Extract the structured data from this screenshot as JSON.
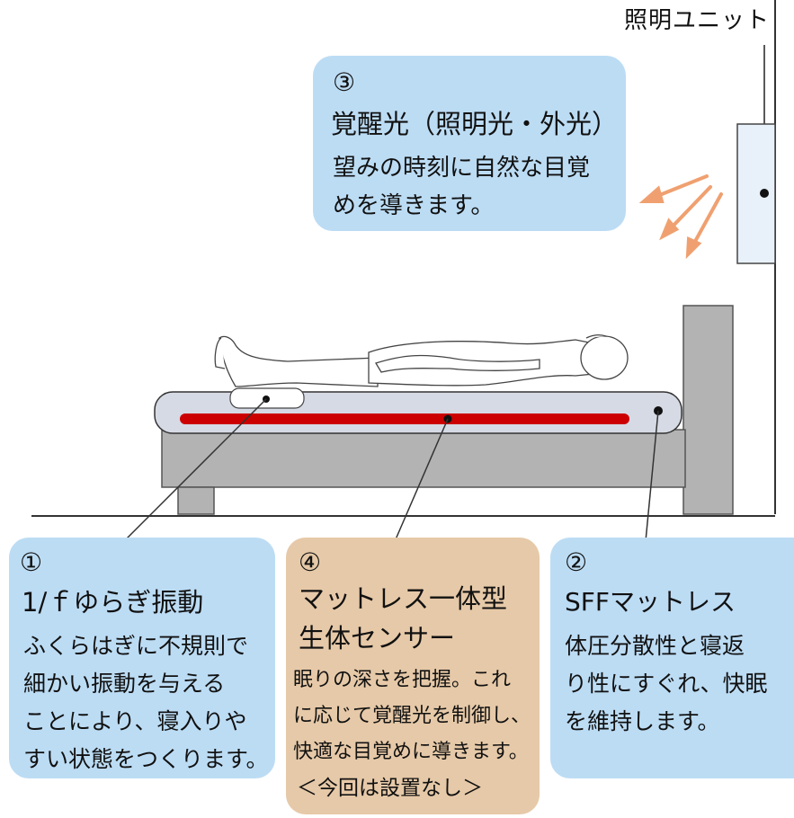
{
  "unit_label": "照明ユニット",
  "box3": {
    "num": "③",
    "title": "覚醒光（照明光・外光）",
    "line1": "望みの時刻に自然な目覚",
    "line2": "めを導きます。"
  },
  "box1": {
    "num": "①",
    "title": "1/ｆゆらぎ振動",
    "line1": "ふくらはぎに不規則で",
    "line2": "細かい振動を与える",
    "line3": "ことにより、寝入りや",
    "line4": "すい状態をつくります。"
  },
  "box4": {
    "num": "④",
    "title1": "マットレス一体型",
    "title2": "生体センサー",
    "line1": "眠りの深さを把握。これ",
    "line2": "に応じて覚醒光を制御し、",
    "line3": "快適な目覚めに導きます。",
    "line4": "＜今回は設置なし＞"
  },
  "box2": {
    "num": "②",
    "title": "SFFマットレス",
    "line1": "体圧分散性と寝返",
    "line2": "り性にすぐれ、快眠",
    "line3": "を維持します。"
  },
  "colors": {
    "callout_blue": "#bcdcf4",
    "callout_tan": "#e6c9a8",
    "vibration_bar": "#cc0000",
    "light_arrows": "#f0a070",
    "frame_gray": "#b3b3b3",
    "mattress": "#d6dae4"
  }
}
